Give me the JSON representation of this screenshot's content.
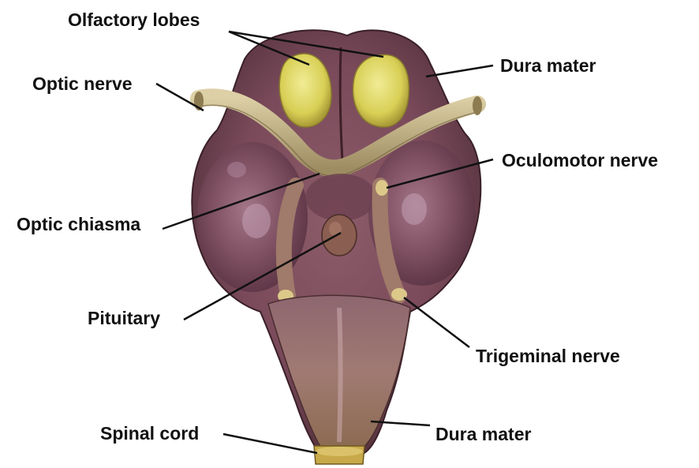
{
  "labels": {
    "olfactory_lobes": "Olfactory lobes",
    "dura_mater_top": "Dura mater",
    "optic_nerve": "Optic nerve",
    "oculomotor_nerve": "Oculomotor nerve",
    "optic_chiasma": "Optic chiasma",
    "pituitary": "Pituitary",
    "trigeminal_nerve": "Trigeminal nerve",
    "spinal_cord": "Spinal cord",
    "dura_mater_bottom": "Dura mater"
  },
  "colors": {
    "brain_base": "#7a4a5a",
    "brain_highlight": "#a3758a",
    "brain_shadow": "#4e2e38",
    "olfactory": "#e3dc6e",
    "nerve": "#c9b98a",
    "nerve_shadow": "#8a7a55",
    "stem": "#9a7068",
    "cord": "#c8a94a",
    "leader": "#111111"
  }
}
